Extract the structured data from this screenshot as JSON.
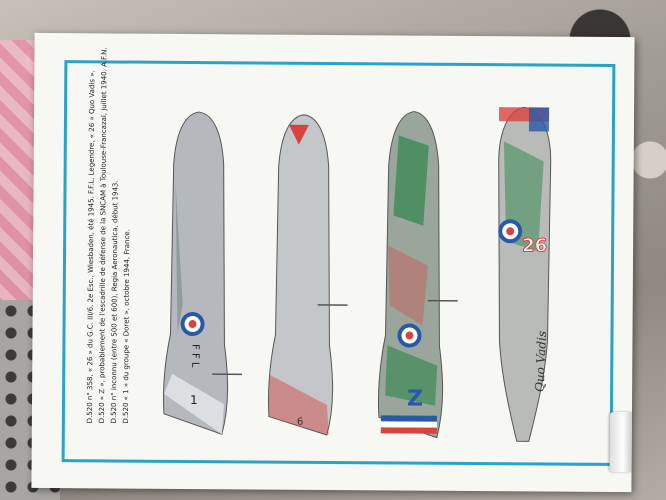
{
  "captions": [
    "D.520 n° 358, « 26 » du G.C. III/6, 2e Esc., Wiesbaden, été 1945. F.F.L. Legendre, « 26 » Quo Vadis ».",
    "D.520 « Z », probablement de l'escadrille de défense de la SNCAM à Toulouse-Francazal, juillet 1940. A.F.N.",
    "D.520 n° inconnu (entre 500 et 600), Regia Aeronautica, début 1943.",
    "D.520 « 1 » du groupe « Doret », octobre 1944, France."
  ],
  "planes": [
    {
      "marking": "1",
      "code": "F F L"
    },
    {
      "marking": "6",
      "code": ""
    },
    {
      "marking": "Z",
      "code": ""
    },
    {
      "marking": "26",
      "code": ""
    }
  ],
  "signature": "Quo Vadis",
  "colors": {
    "frame": "#2aa3c9",
    "fuselage": "#b5b9bd",
    "green": "#3d8a55",
    "red": "#d8433f",
    "blue": "#2a58a8"
  }
}
